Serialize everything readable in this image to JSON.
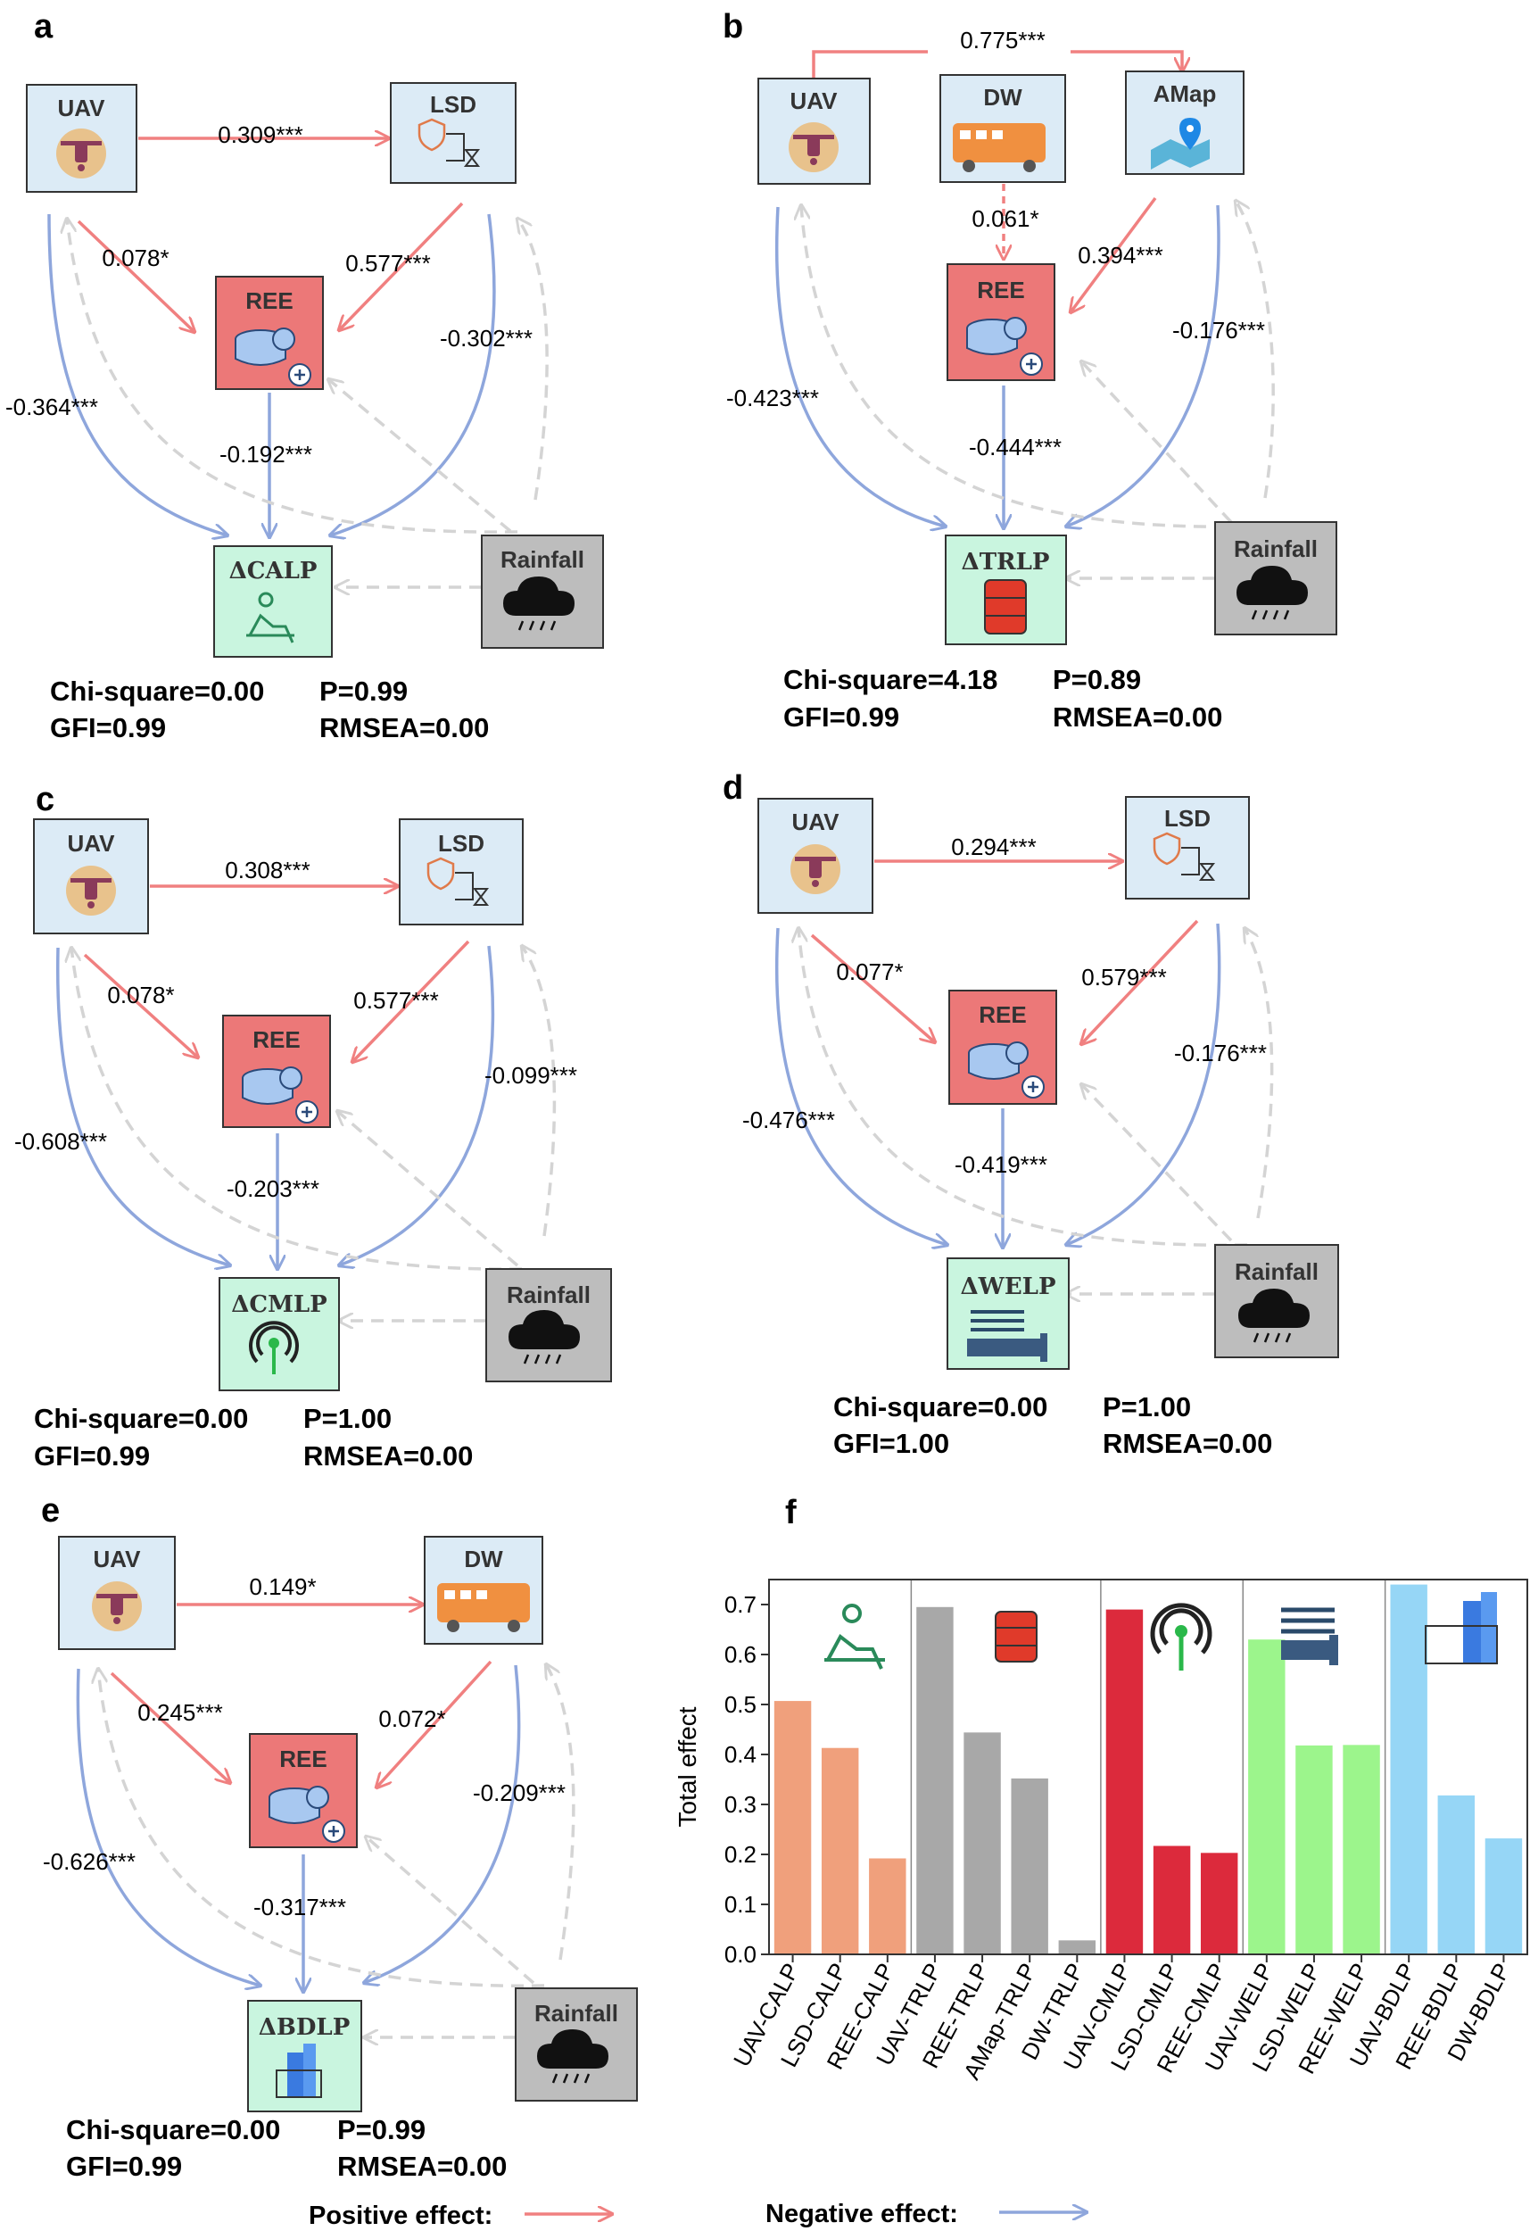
{
  "colors": {
    "positive": "#f08080",
    "negative": "#8ea6dc",
    "rainfall_dashed": "#d4d4d4",
    "uav_box": "#dcebf6",
    "ree_box": "#ec7878",
    "response_box": "#c9f5df",
    "rainfall_box": "#bdbdbd"
  },
  "panels": [
    {
      "letter": "a",
      "nodes": {
        "n1": "UAV",
        "n2": "LSD",
        "ree": "REE",
        "resp": "ΔCALP",
        "rain": "Rainfall"
      },
      "coefs": {
        "n1_n2": "0.309***",
        "n1_ree": "0.078*",
        "n2_ree": "0.577***",
        "n1_resp": "-0.364***",
        "n2_resp": "-0.302***",
        "ree_resp": "-0.192***"
      },
      "stats": {
        "chi": "Chi-square=0.00",
        "p": "P=0.99",
        "gfi": "GFI=0.99",
        "rmsea": "RMSEA=0.00"
      }
    },
    {
      "letter": "b",
      "nodes": {
        "n1": "UAV",
        "dw": "DW",
        "amap": "AMap",
        "ree": "REE",
        "resp": "ΔTRLP",
        "rain": "Rainfall"
      },
      "coefs": {
        "n1_amap": "0.775***",
        "dw_ree": "0.061*",
        "amap_ree": "0.394***",
        "n1_resp": "-0.423***",
        "amap_resp": "-0.176***",
        "ree_resp": "-0.444***"
      },
      "stats": {
        "chi": "Chi-square=4.18",
        "p": "P=0.89",
        "gfi": "GFI=0.99",
        "rmsea": "RMSEA=0.00"
      }
    },
    {
      "letter": "c",
      "nodes": {
        "n1": "UAV",
        "n2": "LSD",
        "ree": "REE",
        "resp": "ΔCMLP",
        "rain": "Rainfall"
      },
      "coefs": {
        "n1_n2": "0.308***",
        "n1_ree": "0.078*",
        "n2_ree": "0.577***",
        "n1_resp": "-0.608***",
        "n2_resp": "-0.099***",
        "ree_resp": "-0.203***"
      },
      "stats": {
        "chi": "Chi-square=0.00",
        "p": "P=1.00",
        "gfi": "GFI=0.99",
        "rmsea": "RMSEA=0.00"
      }
    },
    {
      "letter": "d",
      "nodes": {
        "n1": "UAV",
        "n2": "LSD",
        "ree": "REE",
        "resp": "ΔWELP",
        "rain": "Rainfall"
      },
      "coefs": {
        "n1_n2": "0.294***",
        "n1_ree": "0.077*",
        "n2_ree": "0.579***",
        "n1_resp": "-0.476***",
        "n2_resp": "-0.176***",
        "ree_resp": "-0.419***"
      },
      "stats": {
        "chi": "Chi-square=0.00",
        "p": "P=1.00",
        "gfi": "GFI=1.00",
        "rmsea": "RMSEA=0.00"
      }
    },
    {
      "letter": "e",
      "nodes": {
        "n1": "UAV",
        "n2": "DW",
        "ree": "REE",
        "resp": "ΔBDLP",
        "rain": "Rainfall"
      },
      "coefs": {
        "n1_n2": "0.149*",
        "n1_ree": "0.245***",
        "n2_ree": "0.072*",
        "n1_resp": "-0.626***",
        "n2_resp": "-0.209***",
        "ree_resp": "-0.317***"
      },
      "stats": {
        "chi": "Chi-square=0.00",
        "p": "P=0.99",
        "gfi": "GFI=0.99",
        "rmsea": "RMSEA=0.00"
      }
    }
  ],
  "chart_letter": "f",
  "chart_data": {
    "type": "bar",
    "ylabel": "Total effect",
    "ylim": [
      0,
      0.75
    ],
    "yticks": [
      "0.0",
      "0.1",
      "0.2",
      "0.3",
      "0.4",
      "0.5",
      "0.6",
      "0.7"
    ],
    "grid": false,
    "categories": [
      "UAV-CALP",
      "LSD-CALP",
      "REE-CALP",
      "UAV-TRLP",
      "REE-TRLP",
      "AMap-TRLP",
      "DW-TRLP",
      "UAV-CMLP",
      "LSD-CMLP",
      "REE-CMLP",
      "UAV-WELP",
      "LSD-WELP",
      "REE-WELP",
      "UAV-BDLP",
      "REE-BDLP",
      "DW-BDLP"
    ],
    "values": [
      0.507,
      0.413,
      0.192,
      0.695,
      0.444,
      0.352,
      0.028,
      0.69,
      0.217,
      0.203,
      0.63,
      0.418,
      0.419,
      0.74,
      0.318,
      0.232
    ],
    "groups": [
      {
        "count": 3,
        "color": "#f0a07c",
        "icon": "person-icon"
      },
      {
        "count": 4,
        "color": "#a8a8a8",
        "icon": "dam-icon"
      },
      {
        "count": 3,
        "color": "#dc2a3c",
        "icon": "antenna-icon"
      },
      {
        "count": 3,
        "color": "#9cf58c",
        "icon": "pipeline-icon"
      },
      {
        "count": 3,
        "color": "#96d6f6",
        "icon": "building-icon"
      }
    ]
  },
  "legend": {
    "positive": "Positive effect:",
    "negative": "Negative effect:"
  }
}
